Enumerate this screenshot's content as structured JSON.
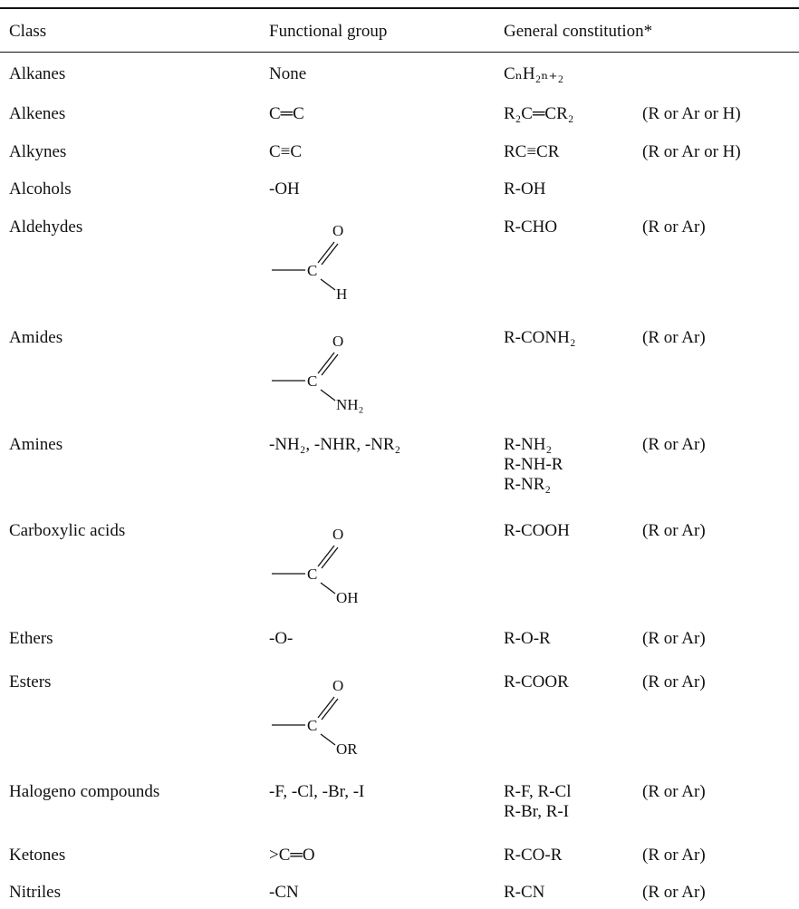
{
  "headers": {
    "class": "Class",
    "functional_group": "Functional group",
    "general_constitution": "General constitution*"
  },
  "rows": [
    {
      "class": "Alkanes",
      "group": "None",
      "formula": "CₙH₂ₙ₊₂",
      "note": ""
    },
    {
      "class": "Alkenes",
      "group": "C═C",
      "formula": "R₂C═CR₂",
      "note": "(R or Ar or H)"
    },
    {
      "class": "Alkynes",
      "group": "C≡C",
      "formula": "RC≡CR",
      "note": "(R or Ar or H)"
    },
    {
      "class": "Alcohols",
      "group": "-OH",
      "formula": "R-OH",
      "note": ""
    },
    {
      "class": "Aldehydes",
      "group_struct": {
        "top": "O",
        "center": "C",
        "sub": "H"
      },
      "formula": "R-CHO",
      "note": "(R or Ar)"
    },
    {
      "class": "Amides",
      "group_struct": {
        "top": "O",
        "center": "C",
        "sub": "NH₂"
      },
      "formula": "R-CONH₂",
      "note": "(R or Ar)"
    },
    {
      "class": "Amines",
      "group": "-NH₂, -NHR, -NR₂",
      "formula_lines": [
        "R-NH₂",
        "R-NH-R",
        "R-NR₂"
      ],
      "note": "(R or Ar)"
    },
    {
      "class": "Carboxylic acids",
      "group_struct": {
        "top": "O",
        "center": "C",
        "sub": "OH"
      },
      "formula": "R-COOH",
      "note": "(R or Ar)"
    },
    {
      "class": "Ethers",
      "group": "-O-",
      "formula": "R-O-R",
      "note": "(R or Ar)"
    },
    {
      "class": "Esters",
      "group_struct": {
        "top": "O",
        "center": "C",
        "sub": "OR"
      },
      "formula": "R-COOR",
      "note": "(R or Ar)"
    },
    {
      "class": "Halogeno compounds",
      "group": "-F, -Cl, -Br, -I",
      "formula_lines": [
        "R-F, R-Cl",
        "R-Br, R-I"
      ],
      "note": "(R or Ar)"
    },
    {
      "class": "Ketones",
      "group": ">C═O",
      "formula": "R-CO-R",
      "note": "(R or Ar)"
    },
    {
      "class": "Nitriles",
      "group": "-CN",
      "formula": "R-CN",
      "note": "(R or Ar)"
    }
  ]
}
